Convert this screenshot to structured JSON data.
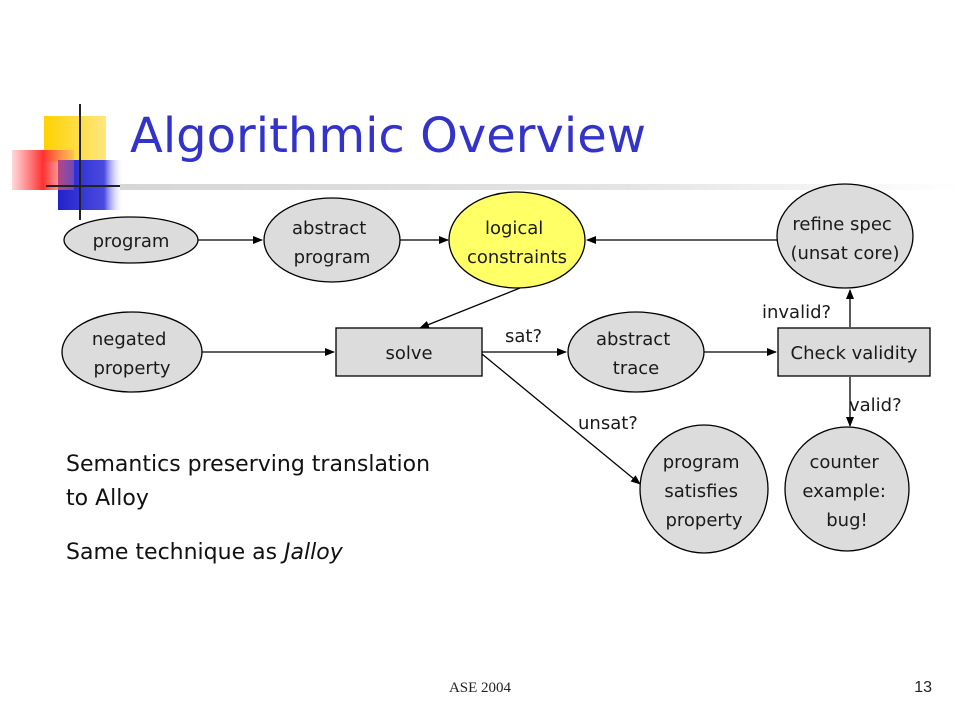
{
  "slide": {
    "title": "Algorithmic Overview",
    "footer_center": "ASE 2004",
    "page_number": "13"
  },
  "colors": {
    "title": "#3333cc",
    "node_fill": "#dcdcdc",
    "highlight_fill": "#ffff66",
    "stroke": "#000000"
  },
  "diagram": {
    "nodes": {
      "program": [
        "program"
      ],
      "abstract_program": [
        "abstract",
        "program"
      ],
      "logical_constraints": [
        "logical",
        "constraints"
      ],
      "refine_spec": [
        "refine spec",
        "(unsat core)"
      ],
      "negated_property": [
        "negated",
        "property"
      ],
      "solve": [
        "solve"
      ],
      "abstract_trace": [
        "abstract",
        "trace"
      ],
      "check_validity": [
        "Check validity"
      ],
      "program_satisfies": [
        "program",
        "satisfies",
        "property"
      ],
      "counter_example": [
        "counter",
        "example:",
        "bug!"
      ]
    },
    "edge_labels": {
      "sat": "sat?",
      "unsat": "unsat?",
      "invalid": "invalid?",
      "valid": "valid?"
    }
  },
  "body": {
    "line1": "Semantics preserving translation",
    "line2": "to Alloy",
    "line3_prefix": "Same technique as ",
    "line3_emphasis": "Jalloy"
  }
}
